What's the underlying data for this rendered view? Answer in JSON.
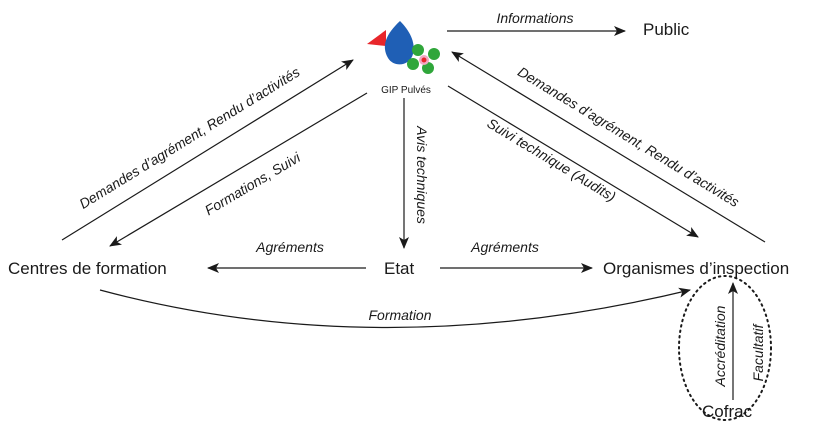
{
  "logo": {
    "text": "GIP Pulvés",
    "colors": {
      "red": "#e8262b",
      "blue": "#1f5fb5",
      "green": "#2fa63a",
      "pink": "#f3a8c3"
    }
  },
  "nodes": {
    "public": "Public",
    "centres": "Centres de formation",
    "etat": "Etat",
    "organismes": "Organismes d’inspection",
    "cofrac": "Cofrac"
  },
  "edges": {
    "informations": "Informations",
    "demandes_left": "Demandes d’agrément, Rendu d’activités",
    "formations_suivi": "Formations, Suivi",
    "avis": "Avis techniques",
    "suivi_technique": "Suivi technique (Audits)",
    "demandes_right": "Demandes d’agrément, Rendu d’activités",
    "agrements_left": "Agréments",
    "agrements_right": "Agréments",
    "formation": "Formation",
    "accreditation": "Accréditation",
    "facultatif": "Facultatif"
  }
}
